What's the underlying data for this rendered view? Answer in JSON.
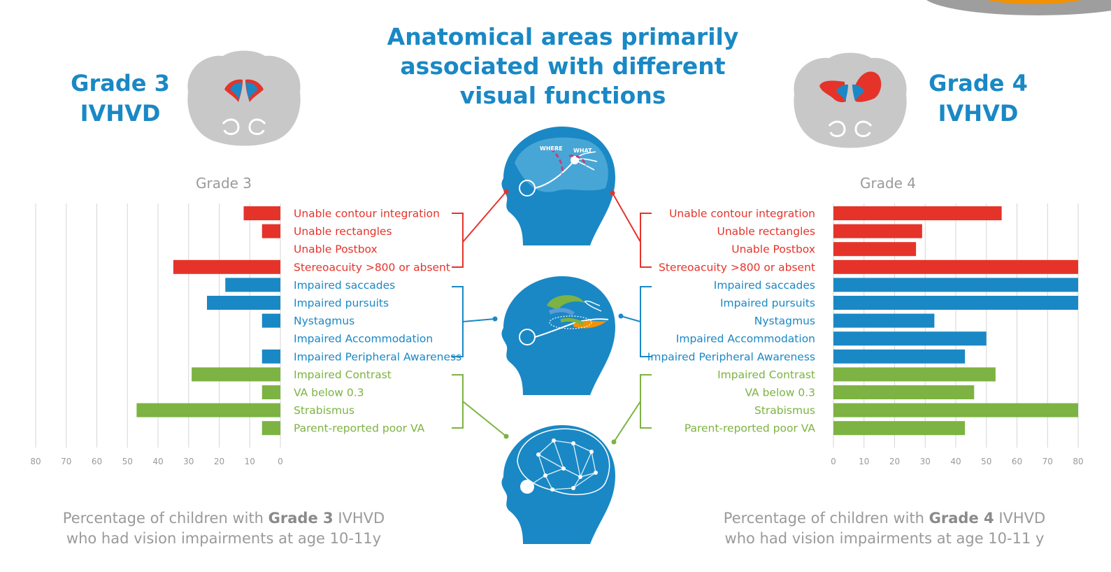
{
  "title": {
    "line1": "Anatomical areas primarily",
    "line2": "associated with different",
    "line3": "visual functions"
  },
  "left_header": {
    "line1": "Grade 3",
    "line2": "IVHVD"
  },
  "right_header": {
    "line1": "Grade 4",
    "line2": "IVHVD"
  },
  "left_caption": {
    "pre": "Percentage of children with ",
    "bold": "Grade 3",
    "post": " IVHVD",
    "line2": "who had vision impairments at age 10-11y"
  },
  "right_caption": {
    "pre": "Percentage of children with ",
    "bold": "Grade 4",
    "post": " IVHVD",
    "line2": "who had vision impairments at age 10-11 y"
  },
  "brain_labels": {
    "where": "WHERE",
    "what": "WHAT"
  },
  "colors": {
    "red": "#e5332a",
    "blue": "#1a88c5",
    "green": "#7cb342",
    "grey": "#9a9a9a",
    "brain_grey": "#c8c8c8"
  },
  "icons": [
    "brain-coronal-grade3-icon",
    "brain-coronal-grade4-icon",
    "child-head-cortex-icon",
    "child-head-subcortical-icon",
    "child-head-network-icon"
  ],
  "chart_data": [
    {
      "type": "bar",
      "orientation": "horizontal",
      "title": "Grade 3",
      "xlabel": "",
      "ylabel": "",
      "xlim": [
        0,
        80
      ],
      "x_direction": "reversed",
      "ticks": [
        80,
        70,
        60,
        50,
        40,
        30,
        20,
        10,
        0
      ],
      "grid": true,
      "categories": [
        "Unable contour integration",
        "Unable rectangles",
        "Unable Postbox",
        "Stereoacuity >800 or absent",
        "Impaired saccades",
        "Impaired pursuits",
        "Nystagmus",
        "Impaired Accommodation",
        "Impaired Peripheral Awareness",
        "Impaired Contrast",
        "VA below 0.3",
        "Strabismus",
        "Parent-reported poor VA"
      ],
      "groups": [
        "red",
        "red",
        "red",
        "red",
        "blue",
        "blue",
        "blue",
        "blue",
        "blue",
        "green",
        "green",
        "green",
        "green"
      ],
      "values": [
        12,
        6,
        0,
        35,
        18,
        24,
        6,
        0,
        6,
        29,
        6,
        47,
        6
      ]
    },
    {
      "type": "bar",
      "orientation": "horizontal",
      "title": "Grade 4",
      "xlabel": "",
      "ylabel": "",
      "xlim": [
        0,
        80
      ],
      "x_direction": "normal",
      "ticks": [
        0,
        10,
        20,
        30,
        40,
        50,
        60,
        70,
        80
      ],
      "grid": true,
      "categories": [
        "Unable contour integration",
        "Unable rectangles",
        "Unable Postbox",
        "Stereoacuity >800 or absent",
        "Impaired saccades",
        "Impaired pursuits",
        "Nystagmus",
        "Impaired Accommodation",
        "Impaired Peripheral Awareness",
        "Impaired Contrast",
        "VA below 0.3",
        "Strabismus",
        "Parent-reported poor VA"
      ],
      "groups": [
        "red",
        "red",
        "red",
        "red",
        "blue",
        "blue",
        "blue",
        "blue",
        "blue",
        "green",
        "green",
        "green",
        "green"
      ],
      "values": [
        55,
        29,
        27,
        80,
        80,
        80,
        33,
        50,
        43,
        53,
        46,
        80,
        43
      ]
    }
  ]
}
